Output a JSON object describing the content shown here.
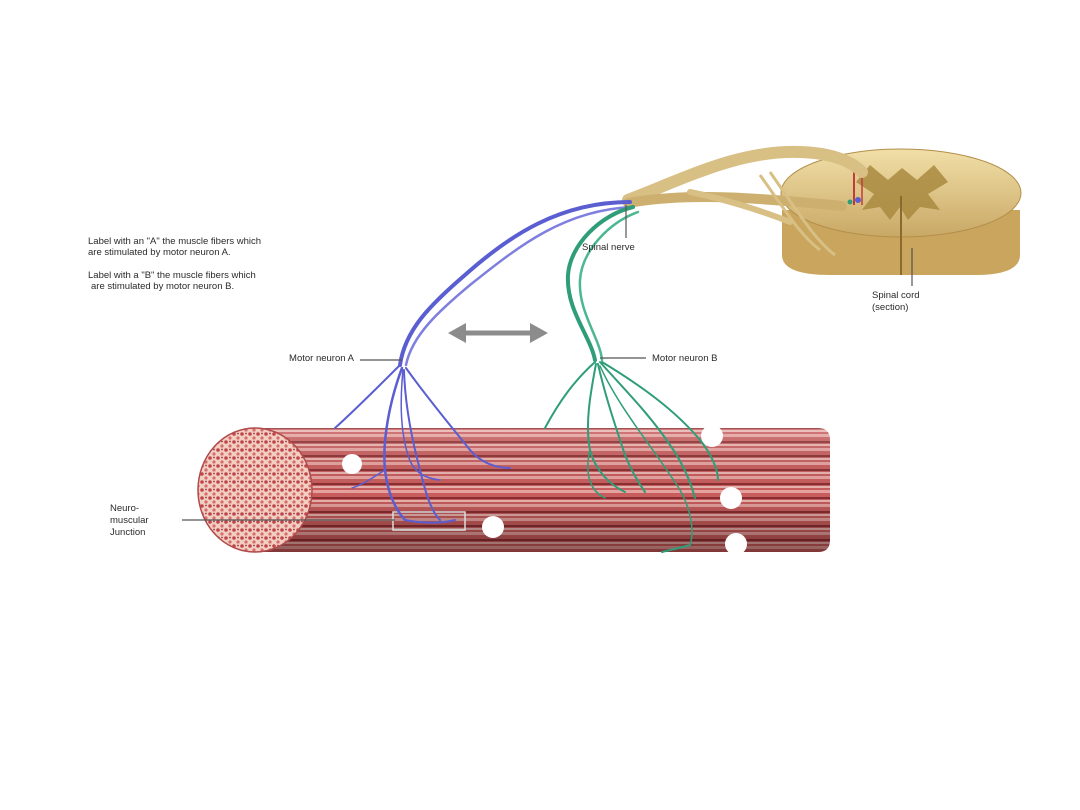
{
  "instructions": [
    {
      "line1": "Label with an \"A\" the muscle fibers which",
      "line2": "are stimulated by motor neuron A."
    },
    {
      "line1": "Label with a \"B\" the muscle fibers which",
      "line2": "are stimulated by motor neuron B."
    }
  ],
  "labels": {
    "spinal_nerve": "Spinal nerve",
    "spinal_cord_1": "Spinal cord",
    "spinal_cord_2": "(section)",
    "motor_neuron_a": "Motor neuron A",
    "motor_neuron_b": "Motor neuron B",
    "nmj_1": "Neuro-",
    "nmj_2": "muscular",
    "nmj_3": "Junction"
  },
  "colors": {
    "neuron_a": "#5a5ed0",
    "neuron_b": "#2f9e78",
    "muscle": "#c95d5d",
    "spinal_cord": "#e2c888",
    "arrow": "#8c8c8c"
  }
}
